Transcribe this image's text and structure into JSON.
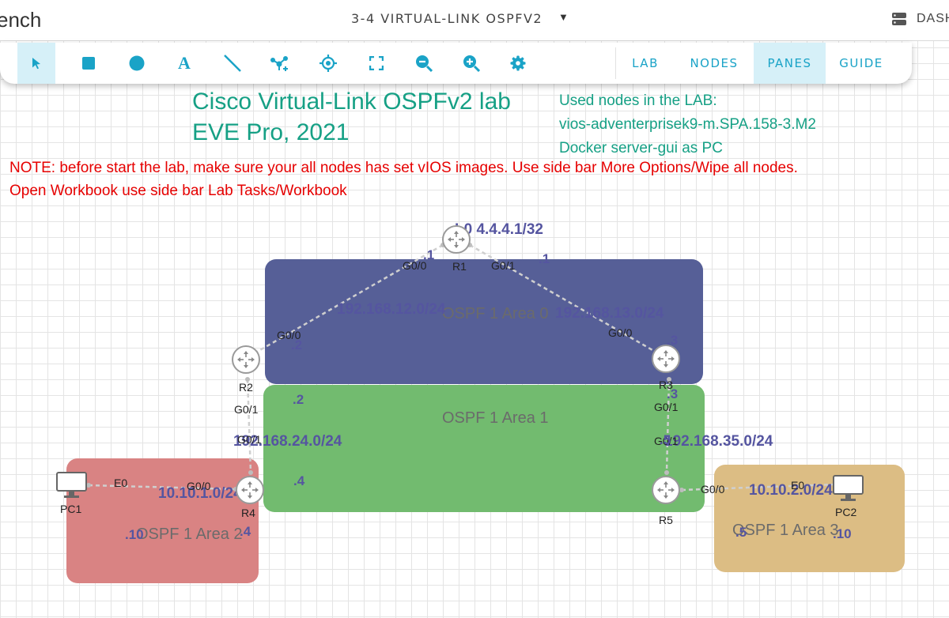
{
  "topbar": {
    "app_title": "ench",
    "lab_name": "3-4 VIRTUAL-LINK OSPFV2",
    "dash_label": "DASH"
  },
  "toolbar": {
    "tools": [
      {
        "name": "pointer-icon",
        "active": true
      },
      {
        "name": "rectangle-icon"
      },
      {
        "name": "circle-icon"
      },
      {
        "name": "text-icon",
        "label": "A"
      },
      {
        "name": "line-icon"
      },
      {
        "name": "add-node-icon"
      },
      {
        "name": "target-icon"
      },
      {
        "name": "fullscreen-icon"
      },
      {
        "name": "zoom-out-icon"
      },
      {
        "name": "zoom-in-icon"
      },
      {
        "name": "settings-icon"
      }
    ],
    "tabs": [
      {
        "label": "LAB"
      },
      {
        "label": "NODES"
      },
      {
        "label": "PANES",
        "active": true
      },
      {
        "label": "GUIDE"
      }
    ]
  },
  "canvas": {
    "title_line1": "Cisco Virtual-Link OSPFv2 lab",
    "title_line2": "EVE Pro, 2021",
    "used_line1": "Used nodes in the LAB:",
    "used_line2": "vios-adventerprisek9-m.SPA.158-3.M2",
    "used_line3": "Docker server-gui as PC",
    "note_line1": "NOTE: before start the lab, make sure your all nodes has set vIOS images. Use side bar More Options/Wipe all nodes.",
    "note_line2": "Open Workbook use side bar  Lab Tasks/Workbook"
  },
  "areas": {
    "area0": "OSPF 1 Area 0",
    "area1": "OSPF 1 Area 1",
    "area2": "OSPF 1 Area 2",
    "area3": "OSPF 1 Area 3"
  },
  "colors": {
    "area0": "#565f97",
    "area1": "#72bb6f",
    "area2": "#d98383",
    "area3": "#dcbd84",
    "accent": "#1aa3c7",
    "title": "#16a085",
    "note": "#e60000"
  },
  "nodes": {
    "r1": "R1",
    "r2": "R2",
    "r3": "R3",
    "r4": "R4",
    "r5": "R5",
    "pc1": "PC1",
    "pc2": "PC2"
  },
  "labels": {
    "loopback": "L0 4.4.4.1/32",
    "net12": "192.168.12.0/24",
    "net13": "192.168.13.0/24",
    "net24": "192.168.24.0/24",
    "net35": "192.168.35.0/24",
    "net101": "10.10.1.0/24",
    "net102": "10.10.2.0/24",
    "r1_g00": "G0/0",
    "r1_g01": "G0/1",
    "r2_g00": "G0/0",
    "r2_g01": "G0/1",
    "r3_g00": "G0/0",
    "r3_g01": "G0/1",
    "r4_g01": "G0/1",
    "r4_g00": "G0/0",
    "r5_g01": "G0/1",
    "r5_g00": "G0/0",
    "pc1_e0": "E0",
    "pc2_e0": "E0",
    "ip_r1_left": ".1",
    "ip_r1_right": ".1",
    "ip_r2_top": ".2",
    "ip_r2_bottom": ".2",
    "ip_r3_top": ".3",
    "ip_r3_bottom": ".3",
    "ip_r4_top": ".4",
    "ip_r4_bottom": ".4",
    "ip_r5_top": ".5",
    "ip_r5_bottom": ".5",
    "ip_pc1": ".10",
    "ip_pc2": ".10"
  }
}
